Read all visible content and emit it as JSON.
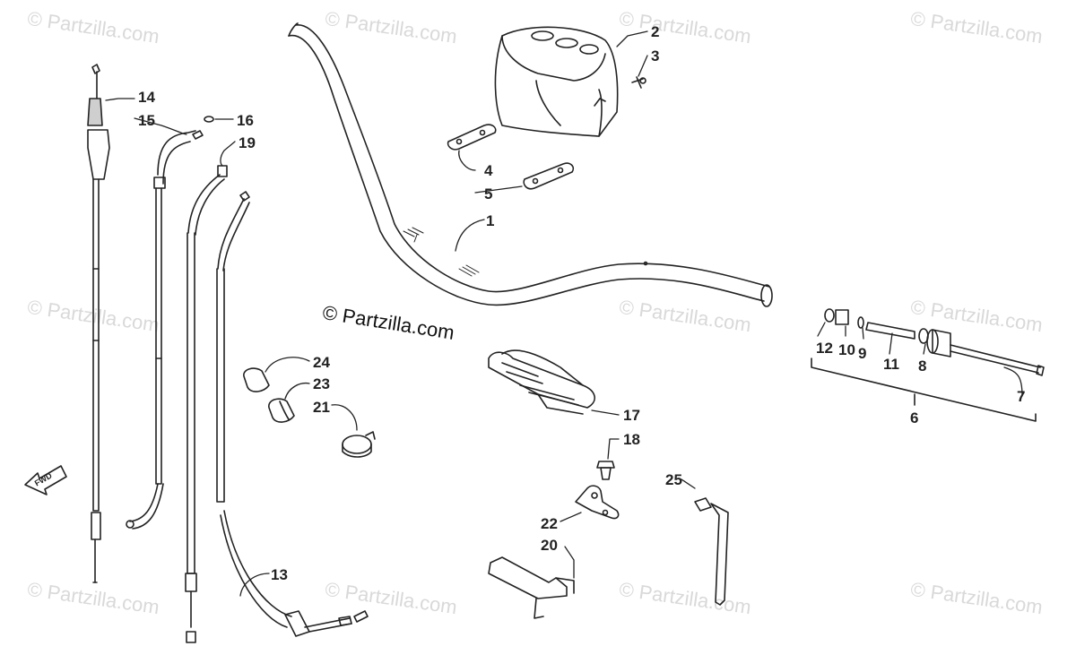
{
  "watermark_text": "© Partzilla.com",
  "copyright_text": "© Partzilla.com",
  "fwd_label": "FWD",
  "callouts": {
    "n1": "1",
    "n2": "2",
    "n3": "3",
    "n4": "4",
    "n5": "5",
    "n6": "6",
    "n7": "7",
    "n8": "8",
    "n9": "9",
    "n10": "10",
    "n11": "11",
    "n12": "12",
    "n13": "13",
    "n14": "14",
    "n15": "15",
    "n16": "16",
    "n17": "17",
    "n18": "18",
    "n19": "19",
    "n20": "20",
    "n21": "21",
    "n22": "22",
    "n23": "23",
    "n24": "24",
    "n25": "25"
  },
  "colors": {
    "line": "#222222",
    "watermark": "#d9d9d9",
    "fill": "#ffffff",
    "shade": "#cfcfcf"
  }
}
